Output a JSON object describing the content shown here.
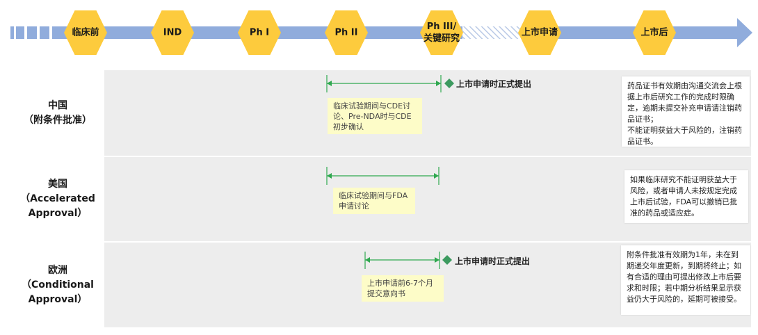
{
  "colors": {
    "arrow": "#90acdc",
    "hexagon": "#fdcb3d",
    "bracket": "#2fa84f",
    "diamond": "#3c9a5f",
    "row_bg": "#ededed",
    "yellow_note": "#fdfcc8"
  },
  "phases": [
    {
      "id": "clinical",
      "label": "临床前"
    },
    {
      "id": "ind",
      "label": "IND"
    },
    {
      "id": "ph1",
      "label": "Ph I"
    },
    {
      "id": "ph2",
      "label": "Ph II"
    },
    {
      "id": "ph3",
      "label": "Ph III/关键研究"
    },
    {
      "id": "nda",
      "label": "上市申请"
    },
    {
      "id": "post",
      "label": "上市后"
    }
  ],
  "rows": [
    {
      "id": "china",
      "label": "中国\n（附条件批准）",
      "discussion": "临床试验期间与CDE讨论、Pre-NDA时与CDE初步确认",
      "submit": "上市申请时正式提出",
      "note": "药品证书有效期由沟通交流会上根据上市后研究工作的完成时限确定，逾期未提交补充申请请注销药品证书；\n不能证明获益大于风险的，注销药品证书。"
    },
    {
      "id": "us",
      "label": "美国\n（Accelerated Approval）",
      "discussion": "临床试验期间与FDA申请讨论",
      "submit": "",
      "note": "如果临床研究不能证明获益大于风险，或者申请人未按规定完成上市后试验，FDA可以撤销已批准的药品或适应症。"
    },
    {
      "id": "eu",
      "label": "欧洲\n（Conditional Approval）",
      "discussion": "上市申请前6-7个月提交意向书",
      "submit": "上市申请时正式提出",
      "note": "附条件批准有效期为1年，未在到期递交年度更新，到期将终止；如有合适的理由可提出修改上市后要求和时限；若中期分析结果显示获益仍大于风险的，延期可被接受。"
    }
  ]
}
